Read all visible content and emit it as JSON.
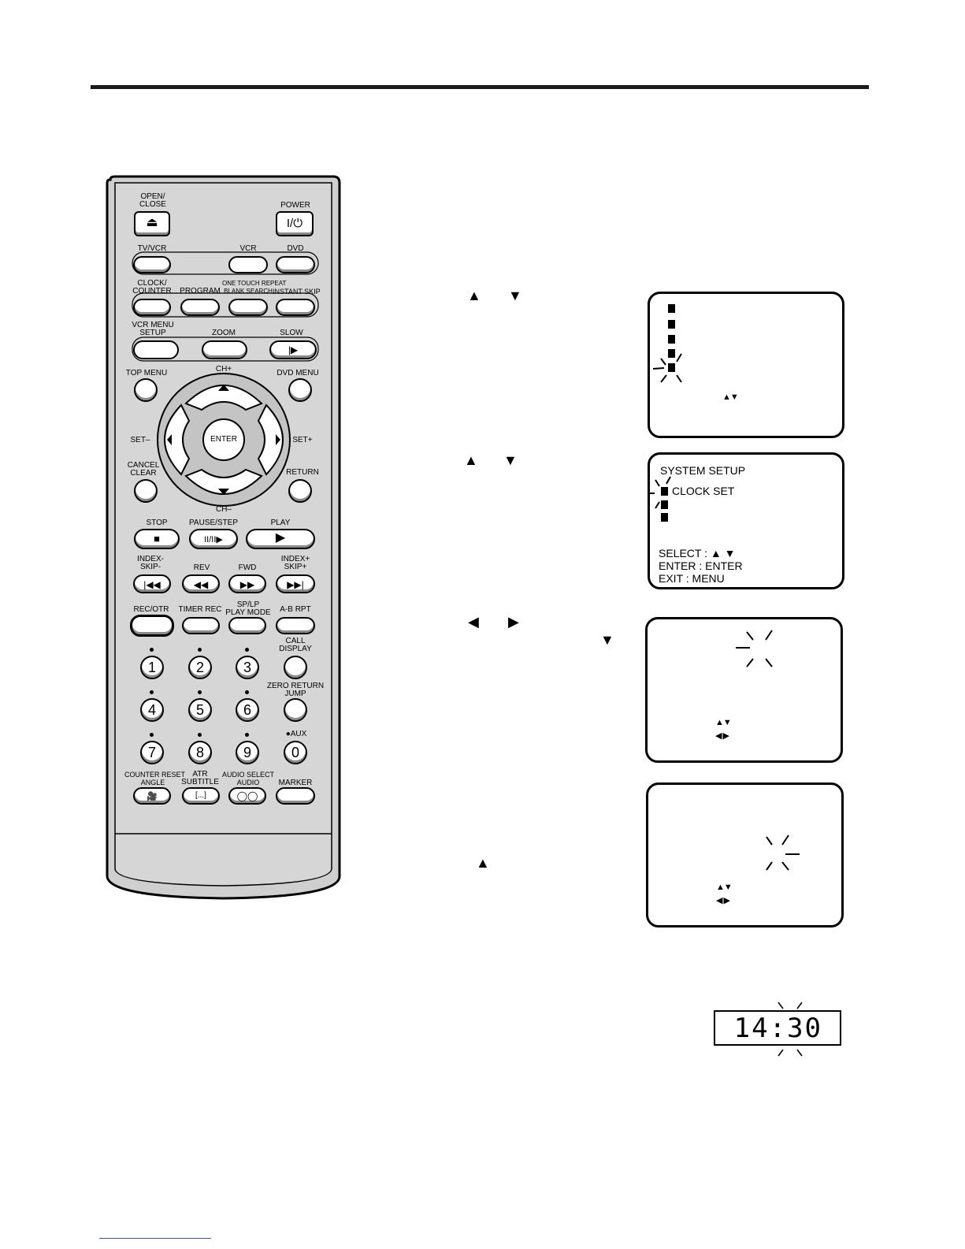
{
  "remote": {
    "labels": {
      "open_close": "OPEN/\nCLOSE",
      "power": "POWER",
      "tv_vcr": "TV/VCR",
      "vcr": "VCR",
      "dvd": "DVD",
      "clock_counter": "CLOCK/\nCOUNTER",
      "program": "PROGRAM",
      "one_touch": "ONE TOUCH REPEAT\nBLANK SEARCH",
      "instant_skip": "INSTANT SKIP",
      "vcr_menu_setup": "VCR MENU\nSETUP",
      "zoom": "ZOOM",
      "slow": "SLOW",
      "top_menu": "TOP MENU",
      "ch_plus": "CH+",
      "dvd_menu": "DVD MENU",
      "set_minus": "SET–",
      "enter": "ENTER",
      "set_plus": "SET+",
      "cancel_clear": "CANCEL\nCLEAR",
      "return": "RETURN",
      "ch_minus": "CH–",
      "stop": "STOP",
      "pause_step": "PAUSE/STEP",
      "play": "PLAY",
      "index_skip_minus": "INDEX-\nSKIP-",
      "rev": "REV",
      "fwd": "FWD",
      "index_skip_plus": "INDEX+\nSKIP+",
      "rec_otr": "REC/OTR",
      "timer_rec": "TIMER REC",
      "sp_lp": "SP/LP\nPLAY MODE",
      "ab_rpt": "A-B RPT",
      "call_display": "CALL\nDISPLAY",
      "zero_return": "ZERO RETURN\nJUMP",
      "aux": "●AUX",
      "counter_reset": "COUNTER RESET\nANGLE",
      "atr": "ATR\nSUBTITLE",
      "audio_select": "AUDIO SELECT\nAUDIO",
      "marker": "MARKER"
    },
    "numbers": [
      "1",
      "2",
      "3",
      "4",
      "5",
      "6",
      "7",
      "8",
      "9",
      "0"
    ]
  },
  "screens": {
    "s1": {
      "select_arrows": "▲▼"
    },
    "s2": {
      "title": "SYSTEM  SETUP",
      "item": "CLOCK SET",
      "select": "SELECT : ▲ ▼",
      "enter": "ENTER    : ENTER",
      "exit": "EXIT       : MENU"
    },
    "s3": {
      "updown": "▲▼",
      "leftright": "◀ ▶"
    },
    "s4": {
      "updown": "▲▼",
      "leftright": "◀ ▶"
    }
  },
  "instructions": {
    "up": "▲",
    "down": "▼",
    "left": "◀",
    "right": "▶",
    "or": ""
  },
  "lcd": {
    "time": "14:30"
  }
}
